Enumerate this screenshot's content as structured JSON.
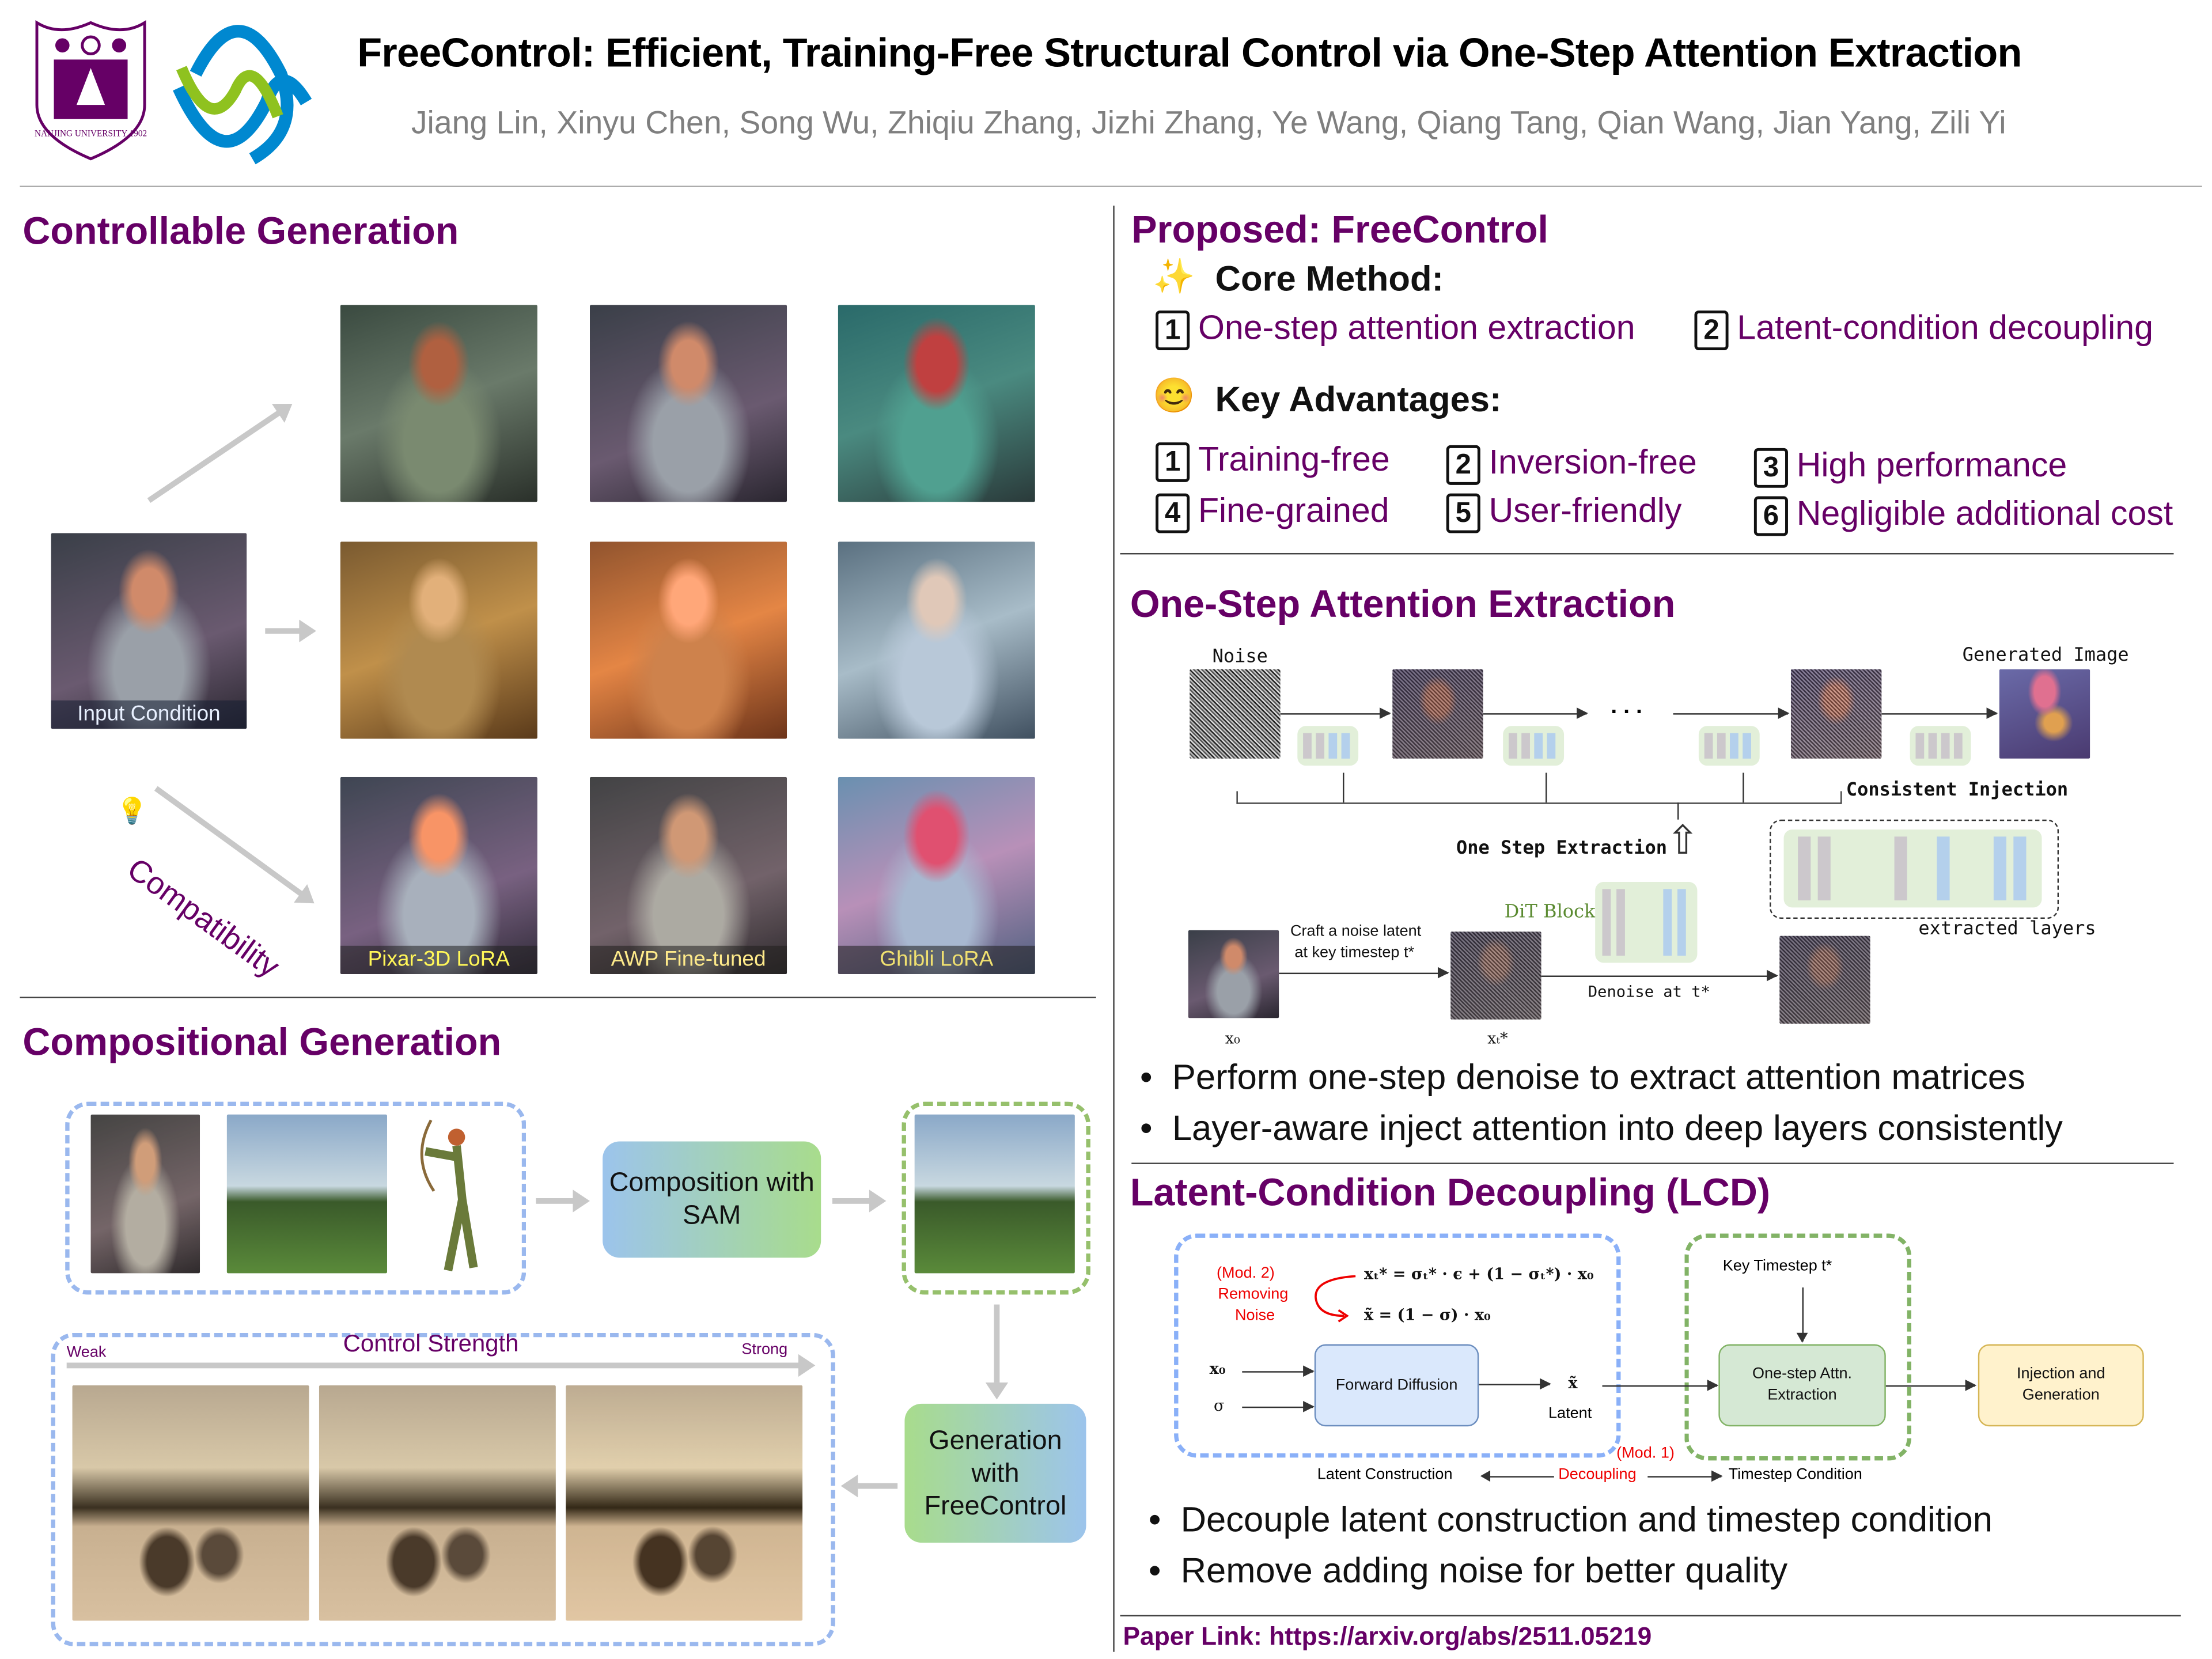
{
  "header": {
    "title": "FreeControl: Efficient, Training-Free Structural Control via One-Step Attention Extraction",
    "authors": "Jiang Lin, Xinyu Chen, Song Wu, Zhiqiu Zhang, Jizhi Zhang, Ye Wang, Qiang Tang, Qian Wang, Jian Yang, Zili Yi",
    "logo1_text": "NANJING UNIVERSITY 1902",
    "accent": "#660066"
  },
  "controllable": {
    "title": "Controllable Generation",
    "input_label": "Input Condition",
    "compat_label": "Compatibility",
    "variant_labels": [
      "Pixar-3D LoRA",
      "AWP Fine-tuned",
      "Ghibli LoRA"
    ]
  },
  "compositional": {
    "title": "Compositional Generation",
    "sam_box": "Composition with SAM",
    "gen_box": "Generation with FreeControl",
    "weak": "Weak",
    "strength": "Control Strength",
    "strong": "Strong"
  },
  "proposed": {
    "title": "Proposed: FreeControl",
    "core_title": "Core Method:",
    "core_items": [
      {
        "num": "1",
        "label": "One-step attention extraction"
      },
      {
        "num": "2",
        "label": "Latent-condition decoupling"
      }
    ],
    "adv_title": "Key Advantages:",
    "adv_items": [
      {
        "num": "1",
        "label": "Training-free"
      },
      {
        "num": "2",
        "label": "Inversion-free"
      },
      {
        "num": "3",
        "label": "High performance"
      },
      {
        "num": "4",
        "label": "Fine-grained"
      },
      {
        "num": "5",
        "label": "User-friendly"
      },
      {
        "num": "6",
        "label": "Negligible additional cost"
      }
    ]
  },
  "osae": {
    "title": "One-Step Attention Extraction",
    "noise": "Noise",
    "generated": "Generated Image",
    "dots": ". . .",
    "consistent": "Consistent Injection",
    "one_step": "One Step Extraction",
    "dit": "DiT Block",
    "extracted": "extracted layers",
    "craft1": "Craft a noise latent",
    "craft2": "at key timestep t*",
    "denoise": "Denoise at t*",
    "x0": "x₀",
    "xt": "xₜ*",
    "bullets": [
      "Perform one-step denoise to extract attention matrices",
      "Layer-aware inject attention into deep layers consistently"
    ]
  },
  "lcd": {
    "title": "Latent-Condition Decoupling (LCD)",
    "mod2": "(Mod. 2)",
    "removing": "Removing",
    "noise": "Noise",
    "eq1": "xₜ* = σₜ* · ϵ + (1 − σₜ*) · x₀",
    "eq2": "x̃ = (1 − σ) · x₀",
    "x0": "x₀",
    "sigma": "σ",
    "forward": "Forward Diffusion",
    "xtilde": "x̃",
    "latent": "Latent",
    "key_timestep": "Key Timestep t*",
    "onestep": "One-step Attn. Extraction",
    "injection": "Injection and Generation",
    "latent_construction": "Latent Construction",
    "mod1": "(Mod. 1)",
    "decoupling": "Decoupling",
    "timestep_condition": "Timestep Condition",
    "bullets": [
      "Decouple latent construction and timestep condition",
      "Remove adding noise for better quality"
    ]
  },
  "footer": {
    "paper_link": "Paper Link: https://arxiv.org/abs/2511.05219"
  }
}
